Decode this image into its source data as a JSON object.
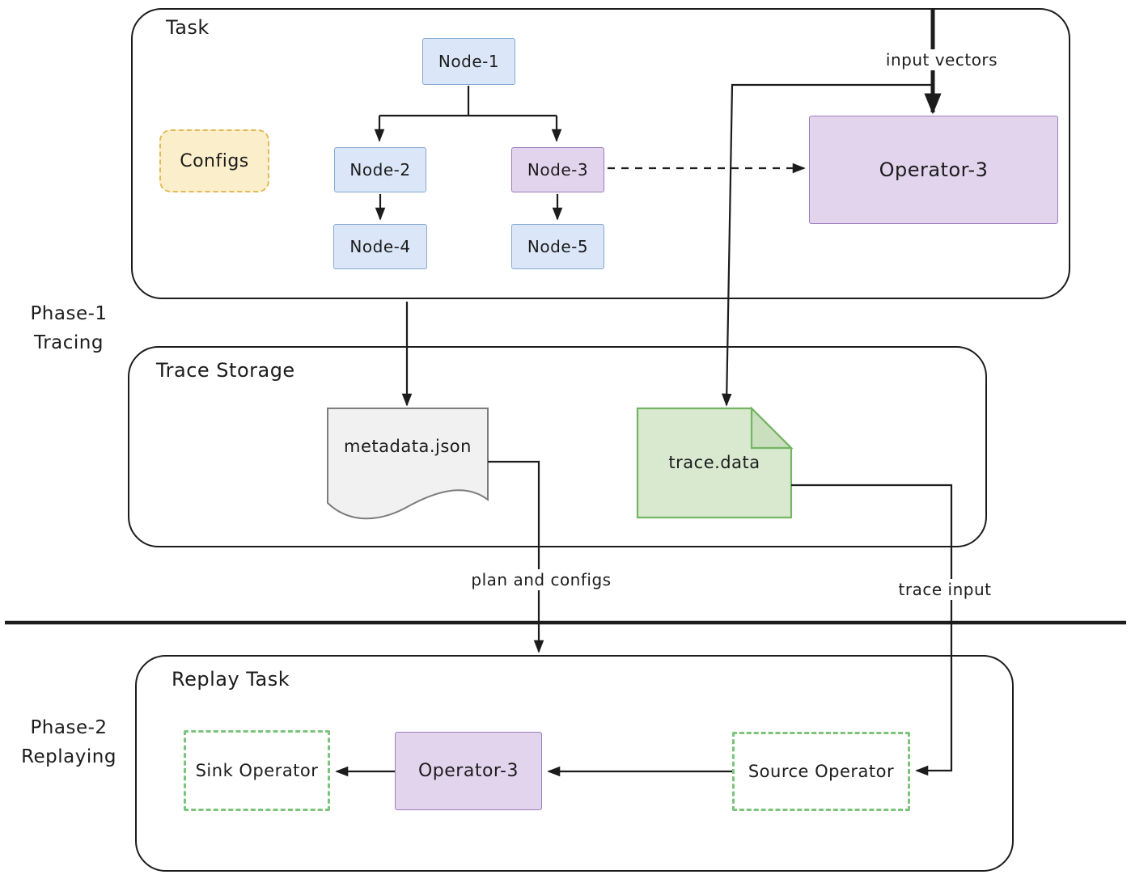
{
  "phase_labels": {
    "phase1_line1": "Phase-1",
    "phase1_line2": "Tracing",
    "phase2_line1": "Phase-2",
    "phase2_line2": "Replaying"
  },
  "task": {
    "title": "Task",
    "configs_label": "Configs",
    "nodes": [
      {
        "label": "Node-1"
      },
      {
        "label": "Node-2"
      },
      {
        "label": "Node-3"
      },
      {
        "label": "Node-4"
      },
      {
        "label": "Node-5"
      }
    ],
    "operator_label": "Operator-3"
  },
  "trace_storage": {
    "title": "Trace Storage",
    "metadata_file_label": "metadata.json",
    "trace_file_label": "trace.data"
  },
  "replay_task": {
    "title": "Replay Task",
    "sink_label": "Sink Operator",
    "operator_label": "Operator-3",
    "source_label": "Source Operator"
  },
  "edge_labels": {
    "input_vectors": "input vectors",
    "plan_and_configs": "plan and configs",
    "trace_input": "trace input"
  },
  "colors": {
    "ink": "#1c1c1c",
    "node_blue_fill": "#dbe7f8",
    "node_blue_stroke": "#86a8d2",
    "purple_fill": "#e3d4ee",
    "purple_stroke": "#9e7dbb",
    "configs_yellow_fill": "#fbeecb",
    "configs_yellow_stroke": "#dfba58",
    "trace_green_fill": "#d8e9d0",
    "trace_green_stroke": "#74b562",
    "trace_green_fold": "#c9dfbe",
    "metadata_gray_fill": "#f1f1f1",
    "metadata_gray_stroke": "#7d7d7d",
    "replay_dashed_green": "#7cc47c"
  }
}
